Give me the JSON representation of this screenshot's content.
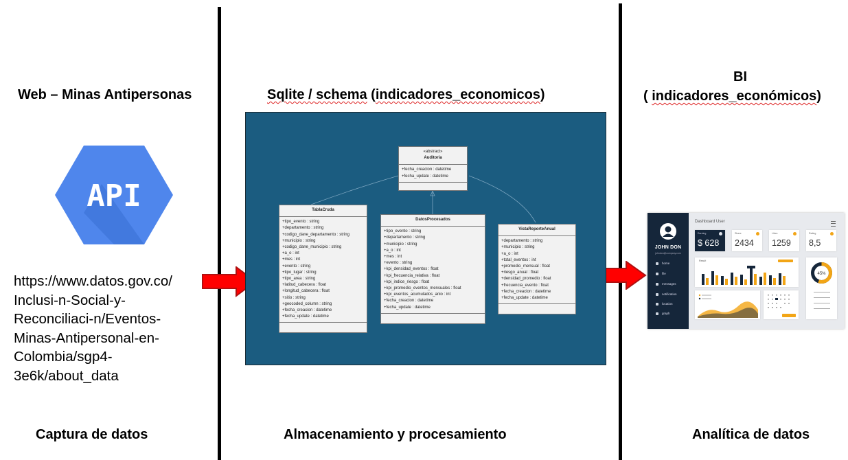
{
  "columns": {
    "left": {
      "title": "Web – Minas Antipersonas",
      "api_icon_text": "API",
      "url_lines": [
        "https://www.datos.gov.co/",
        "Inclusi-n-Social-y-",
        "Reconciliaci-n/Eventos-",
        "Minas-Antipersonal-en-",
        "Colombia/sgp4-",
        "3e6k/about_data"
      ],
      "footer": "Captura de datos"
    },
    "middle": {
      "title_prefix": "Sqlite / ",
      "title_schema": "schema",
      "title_open": " (",
      "title_indicadores": "indicadores_economicos",
      "title_close": ")",
      "footer": "Almacenamiento y procesamiento"
    },
    "right": {
      "title_line1": "BI",
      "title_open": "( ",
      "title_indicadores": "indicadores_económicos",
      "title_close": ")",
      "footer": "Analítica de datos"
    }
  },
  "uml": {
    "auditoria": {
      "stereotype": "«abstract»",
      "name": "Auditoria",
      "attributes": [
        "+fecha_creacion : datetime",
        "+fecha_update : datetime"
      ]
    },
    "tabla_cruda": {
      "name": "TablaCruda",
      "attributes": [
        "+tipo_evento : string",
        "+departamento : string",
        "+codigo_dane_departamento : string",
        "+municipio : string",
        "+codigo_dane_municipio : string",
        "+a_o : int",
        "+mes : int",
        "+evento : string",
        "+tipo_lugar : string",
        "+tipo_area : string",
        "+latitud_cabecera : float",
        "+longitud_cabecera : float",
        "+sitio : string",
        "+geocoded_column : string",
        "+fecha_creacion : datetime",
        "+fecha_update : datetime"
      ]
    },
    "datos_procesados": {
      "name": "DatosProcesados",
      "attributes": [
        "+tipo_evento : string",
        "+departamento : string",
        "+municipio : string",
        "+a_o : int",
        "+mes : int",
        "+evento : string",
        "+kpi_densidad_eventos : float",
        "+kpi_frecuencia_relativa : float",
        "+kpi_indice_riesgo : float",
        "+kpi_promedio_eventos_mensuales : float",
        "+kpi_eventos_acumulados_anio : int",
        "+fecha_creacion : datetime",
        "+fecha_update : datetime"
      ]
    },
    "vista_reporte": {
      "name": "VistaReporteAnual",
      "attributes": [
        "+departamento : string",
        "+municipio : string",
        "+a_o : int",
        "+total_eventos : int",
        "+promedio_mensual : float",
        "+riesgo_anual : float",
        "+densidad_promedio : float",
        "+frecuencia_evento : float",
        "+fecha_creacion : datetime",
        "+fecha_update : datetime"
      ]
    }
  },
  "dashboard": {
    "title": "Dashboard User",
    "user_name": "JOHN DON",
    "user_email": "johndon@company.com",
    "nav": [
      "home",
      "file",
      "messages",
      "notification",
      "location",
      "graph"
    ],
    "cards": [
      {
        "label": "Earning",
        "value": "$ 628"
      },
      {
        "label": "Share",
        "value": "2434"
      },
      {
        "label": "Likes",
        "value": "1259"
      },
      {
        "label": "Rating",
        "value": "8,5"
      }
    ],
    "panel_title": "Result",
    "donut_value": "45%",
    "accent": "#f2a516",
    "sidebar_color": "#15263a"
  },
  "colors": {
    "schema_bg": "#1b5c80",
    "arrow_fill": "#ff0000",
    "api_hex": "#4f86ec"
  }
}
